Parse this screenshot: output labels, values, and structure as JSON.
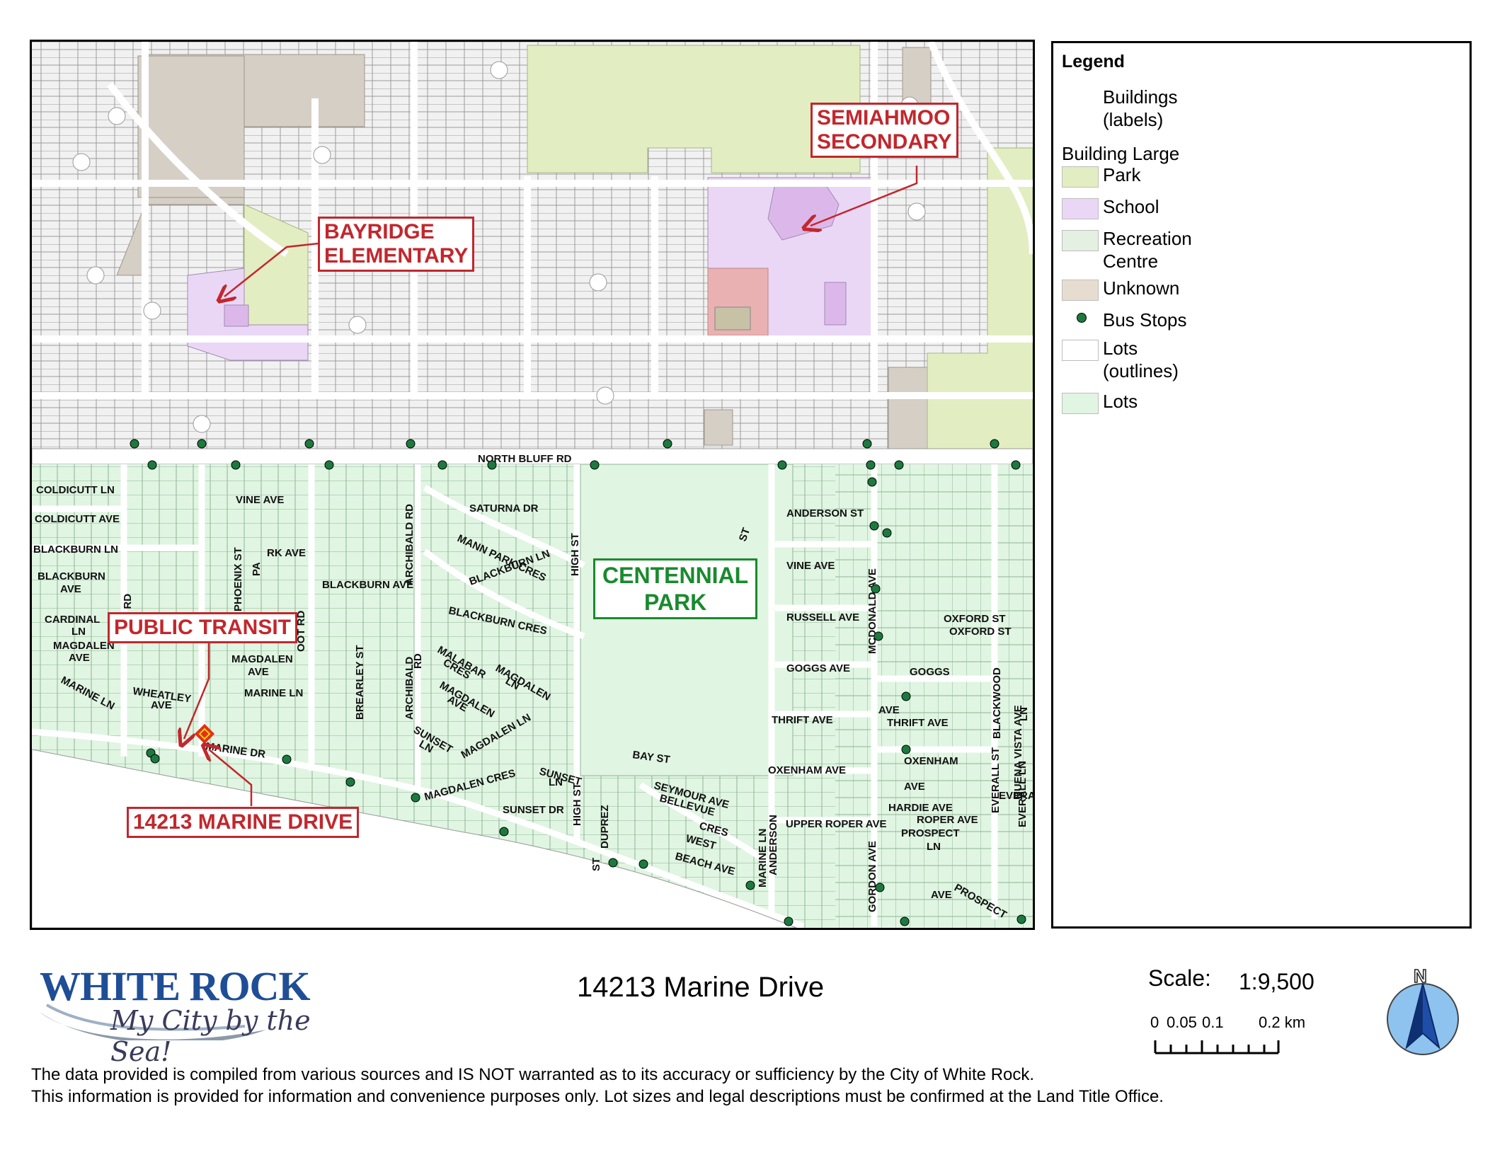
{
  "map": {
    "callouts": {
      "bayridge": "BAYRIDGE\nELEMENTARY",
      "semiahmoo": "SEMIAHMOO\nSECONDARY",
      "centennial": "CENTENNIAL\nPARK",
      "public_transit": "PUBLIC TRANSIT",
      "address": "14213 MARINE DRIVE"
    },
    "street_labels": [
      "NORTH BLUFF RD",
      "COLDICUTT LN",
      "COLDICUTT AVE",
      "BLACKBURN LN",
      "BLACKBURN",
      "AVE",
      "VINE AVE",
      "PHOENIX ST",
      "PA",
      "RK AVE",
      "ARCHIBALD RD",
      "SATURNA DR",
      "HIGH ST",
      "MANN PARK CRES",
      "BLACKBURN LN",
      "BLACKBURN CRES",
      "BLACKBURN AVE",
      "BREARLEY ST",
      "OOT RD",
      "HOP RD",
      "CARDINAL",
      "LN",
      "MAGDALEN",
      "AVE",
      "MARINE LN",
      "WHEATLEY",
      "AVE",
      "MAGDALEN",
      "AVE",
      "MARINE LN",
      "ARCHIBALD",
      "RD",
      "MALABAR",
      "CRES",
      "MAGDALEN",
      "LN",
      "MAGDALEN",
      "AVE",
      "SUNSET",
      "LN",
      "MAGDALEN LN",
      "MAGDALEN CRES",
      "MARINE DR",
      "SUNSET",
      "LN",
      "SUNSET DR",
      "HIGH ST",
      "DUPREZ",
      "ST",
      "BAY ST",
      "SEYMOUR AVE",
      "BELLEVUE",
      "CRES",
      "WEST",
      "BEACH AVE",
      "MARINE LN",
      "ANDERSON",
      "ST",
      "ANDERSON ST",
      "VINE AVE",
      "RUSSELL AVE",
      "GOGGS AVE",
      "THRIFT AVE",
      "OXENHAM AVE",
      "UPPER ROPER AVE",
      "MCDONALD AVE",
      "GORDON AVE",
      "OXFORD ST",
      "OXFORD ST",
      "GOGGS",
      "AVE",
      "THRIFT AVE",
      "OXENHAM",
      "AVE",
      "HARDIE AVE",
      "ROPER AVE",
      "PROSPECT",
      "LN",
      "PROSPECT",
      "AVE",
      "BLACKWOOD",
      "LN",
      "BUENA VISTA AVE",
      "EVERALL ST",
      "EVERALL LN",
      "EVERALL LN",
      "EVERALL",
      "LN",
      "EV"
    ]
  },
  "legend": {
    "title": "Legend",
    "items": [
      {
        "label": "Buildings\n(labels)",
        "swatch": "none"
      },
      {
        "label": "Building Large",
        "swatch": "none"
      },
      {
        "label": "Park",
        "swatch": "#e2edc1"
      },
      {
        "label": "School",
        "swatch": "#ead7f6"
      },
      {
        "label": "Recreation\nCentre",
        "swatch": "#e4f0e2"
      },
      {
        "label": "Unknown",
        "swatch": "#e6ddd0"
      },
      {
        "label": "Bus Stops",
        "swatch": "dot"
      },
      {
        "label": "Lots\n(outlines)",
        "swatch": "#ffffff"
      },
      {
        "label": "Lots",
        "swatch": "#e0f5e2"
      }
    ]
  },
  "footer": {
    "logo_main": "WHITE ROCK",
    "logo_tagline": "My City by the Sea!",
    "map_title": "14213 Marine Drive",
    "scale_label": "Scale:",
    "scale_value": "1:9,500",
    "scale_ticks": [
      "0",
      "0.05",
      "0.1",
      "0.2 km"
    ],
    "north_label": "N",
    "disclaimer_1": "The data provided is compiled from various sources and IS NOT warranted as to its accuracy or sufficiency by the City of White Rock.",
    "disclaimer_2": "This information is provided for information and convenience purposes only.  Lot sizes and legal descriptions must be confirmed at the Land Title Office."
  },
  "colors": {
    "park": "#e2edc1",
    "school": "#ead7f6",
    "lots": "#e0f5e2",
    "unknown_area": "#d6cfc6",
    "callout_red": "#c2272d",
    "callout_green": "#1a8a2e",
    "bus_stop": "#1c7a3e",
    "logo_blue": "#1f4e96"
  }
}
